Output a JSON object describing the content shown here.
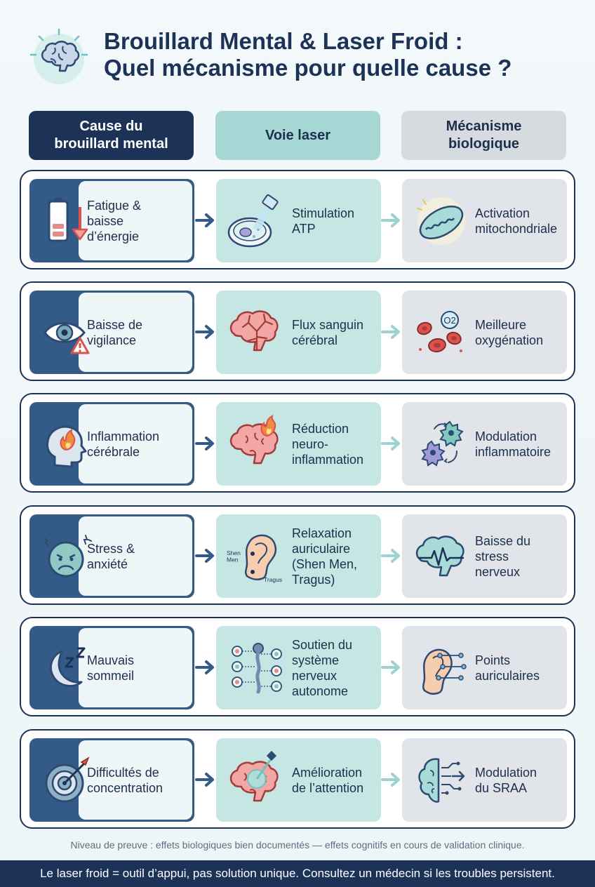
{
  "title": {
    "line1": "Brouillard Mental & Laser Froid :",
    "line2": "Quel mécanisme pour quelle cause ?"
  },
  "columns": {
    "cause": {
      "line1": "Cause du",
      "line2": "brouillard mental"
    },
    "voie": {
      "label": "Voie laser"
    },
    "mecanisme": {
      "line1": "Mécanisme",
      "line2": "biologique"
    }
  },
  "rows": [
    {
      "cause": "Fatigue &\nbaisse\nd’énergie",
      "voie": "Stimulation\nATP",
      "mecanisme": "Activation\nmitochondriale",
      "cause_icon": "battery-low-icon",
      "voie_icon": "petri-laser-icon",
      "meca_icon": "mitochondria-icon"
    },
    {
      "cause": "Baisse de\nvigilance",
      "voie": "Flux sanguin\ncérébral",
      "mecanisme": "Meilleure\noxygénation",
      "cause_icon": "eye-warning-icon",
      "voie_icon": "brain-vessels-icon",
      "meca_icon": "red-blood-cells-o2-icon",
      "meca_badge": "O2"
    },
    {
      "cause": "Inflammation\ncérébrale",
      "voie": "Réduction\nneuro-\ninflammation",
      "mecanisme": "Modulation\ninflammatoire",
      "cause_icon": "head-flame-icon",
      "voie_icon": "brain-flame-icon",
      "meca_icon": "immune-cells-icon"
    },
    {
      "cause": "Stress &\nanxiété",
      "voie": "Relaxation\nauriculaire\n(Shen Men,\nTragus)",
      "mecanisme": "Baisse du\nstress\nnerveux",
      "cause_icon": "anxious-face-icon",
      "voie_icon": "ear-points-icon",
      "meca_icon": "brain-pulse-icon",
      "ear_labels": {
        "point1": "Shen\nMen",
        "point2": "Tragus"
      }
    },
    {
      "cause": "Mauvais\nsommeil",
      "voie": "Soutien du\nsystème\nnerveux\nautonome",
      "mecanisme": "Points\nauriculaires",
      "cause_icon": "moon-zz-icon",
      "voie_icon": "nervous-system-icon",
      "meca_icon": "ear-nodes-icon"
    },
    {
      "cause": "Difficultés de\nconcentration",
      "voie": "Amélioration\nde l’attention",
      "mecanisme": "Modulation\ndu SRAA",
      "cause_icon": "target-arrow-icon",
      "voie_icon": "brain-laser-icon",
      "meca_icon": "brain-circuit-icon"
    }
  ],
  "evidence": "Niveau de preuve : effets biologiques bien documentés — effets cognitifs en cours de validation clinique.",
  "footer": "Le laser froid = outil d’appui, pas solution unique. Consultez un médecin si les troubles persistent.",
  "colors": {
    "navy": "#1c3357",
    "cause_blue": "#345a88",
    "teal": "#c6e6e4",
    "teal_header": "#a7d7d5",
    "gray": "#e1e4e8",
    "gray_header": "#d6dbe0",
    "accent_red": "#d9534f"
  }
}
